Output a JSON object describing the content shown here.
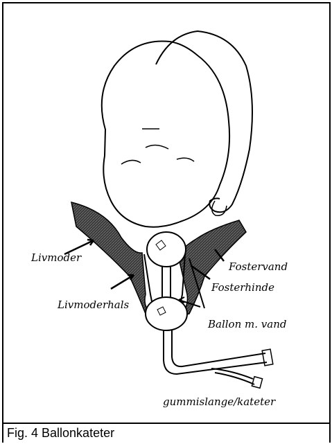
{
  "labels": {
    "livmoder": "Livmoder",
    "livmoderhals": "Livmoderhals",
    "fostervand": "Fostervand",
    "fosterhinde": "Fosterhinde",
    "ballon": "Ballon m. vand",
    "slange": "gummislange/kateter"
  },
  "caption": "Fig. 4 Ballonkateter",
  "colors": {
    "line": "#000000",
    "shading": "#4a4a4a"
  }
}
